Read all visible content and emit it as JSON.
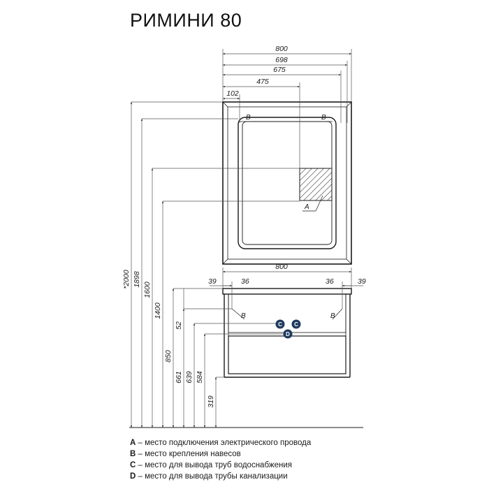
{
  "title": "РИМИНИ  80",
  "mirror": {
    "top_dimensions": [
      "800",
      "698",
      "675",
      "475",
      "102"
    ],
    "marks": {
      "b_left": "B",
      "b_right": "B",
      "a": "A"
    }
  },
  "cabinet": {
    "top_dimensions": {
      "total": "800",
      "left_outer": "39",
      "left_inner": "36",
      "right_inner": "36",
      "right_outer": "39"
    },
    "marks": {
      "b_left": "B",
      "b_right": "B",
      "c1": "C",
      "c2": "C",
      "d": "D"
    }
  },
  "vertical_dimensions": [
    "*2000",
    "1898",
    "1600",
    "1400",
    "850",
    "52",
    "661",
    "639",
    "584",
    "319"
  ],
  "legend": [
    {
      "key": "A",
      "text": " – место подключения электрического провода"
    },
    {
      "key": "B",
      "text": " – место крепления навесов"
    },
    {
      "key": "C",
      "text": " – место для вывода труб водоснабжения"
    },
    {
      "key": "D",
      "text": " – место для вывода трубы канализации"
    }
  ],
  "colors": {
    "line": "#1a1a1a",
    "dim_line": "#555555",
    "marker": "#1f3a5f"
  }
}
